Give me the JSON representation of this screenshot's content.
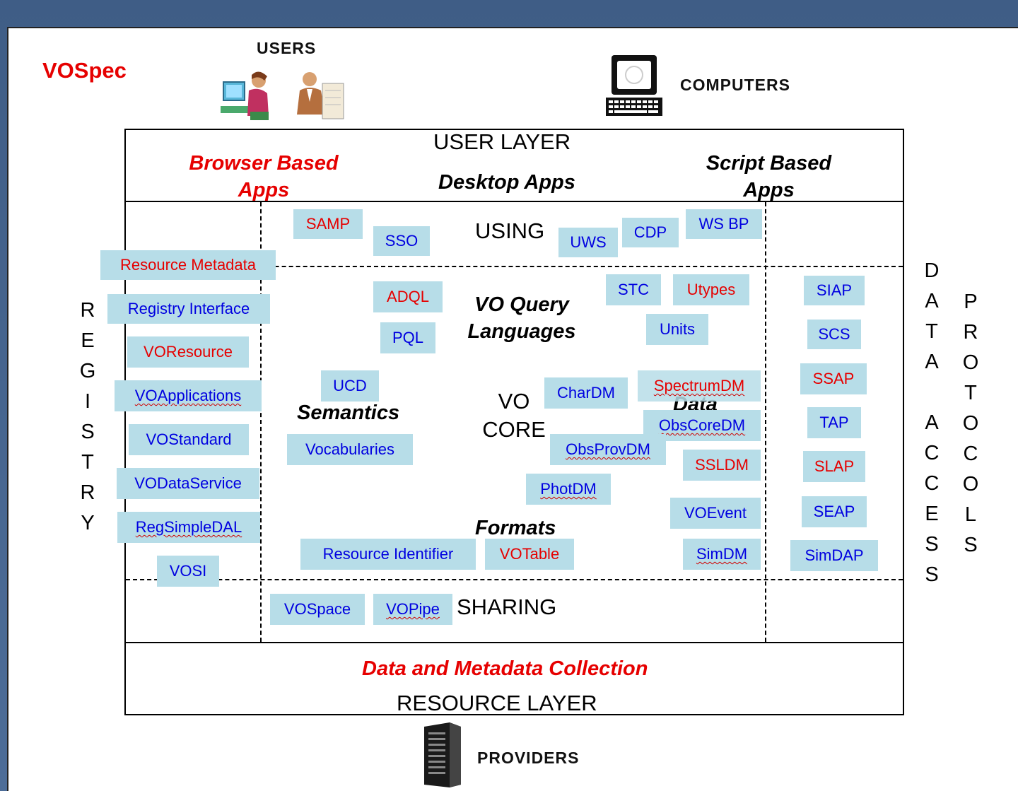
{
  "title": "VOSpec",
  "users_label": "USERS",
  "computers_label": "COMPUTERS",
  "providers_label": "PROVIDERS",
  "user_layer": {
    "title": "USER LAYER",
    "browser": "Browser Based Apps",
    "desktop": "Desktop Apps",
    "script": "Script Based Apps"
  },
  "zones": {
    "using": "USING",
    "vo_query_languages": "VO Query Languages",
    "semantics": "Semantics",
    "vo_core": "VO CORE",
    "data_models": "Data",
    "formats": "Formats",
    "sharing": "SHARING"
  },
  "resource_layer": {
    "collection": "Data and Metadata Collection",
    "title": "RESOURCE LAYER"
  },
  "registry_side": "REGISTRY",
  "data_access_side": "DATA ACCESS",
  "protocols_side": "PROTOCOLS",
  "standards": {
    "samp": "SAMP",
    "sso": "SSO",
    "uws": "UWS",
    "cdp": "CDP",
    "ws_bp": "WS BP",
    "resource_metadata": "Resource Metadata",
    "registry_interface": "Registry Interface",
    "voresource": "VOResource",
    "voapplications": "VOApplications",
    "vostandard": "VOStandard",
    "vodataservice": "VODataService",
    "regsimpledal": "RegSimpleDAL",
    "vosi": "VOSI",
    "adql": "ADQL",
    "pql": "PQL",
    "stc": "STC",
    "utypes": "Utypes",
    "units": "Units",
    "ucd": "UCD",
    "vocabularies": "Vocabularies",
    "chardm": "CharDM",
    "spectrumdm": "SpectrumDM",
    "obscoredm": "ObsCoreDM",
    "obsprovdm": "ObsProvDM",
    "ssldm": "SSLDM",
    "photdm": "PhotDM",
    "voevent": "VOEvent",
    "simdm": "SimDM",
    "resource_identifier": "Resource Identifier",
    "votable": "VOTable",
    "vospace": "VOSpace",
    "vopipe": "VOPipe",
    "siap": "SIAP",
    "scs": "SCS",
    "ssap": "SSAP",
    "tap": "TAP",
    "slap": "SLAP",
    "seap": "SEAP",
    "simdap": "SimDAP"
  },
  "colors": {
    "red": "#e60000",
    "blue": "#0000e0",
    "chip": "#b7dde8",
    "background": "#4d6d98"
  }
}
